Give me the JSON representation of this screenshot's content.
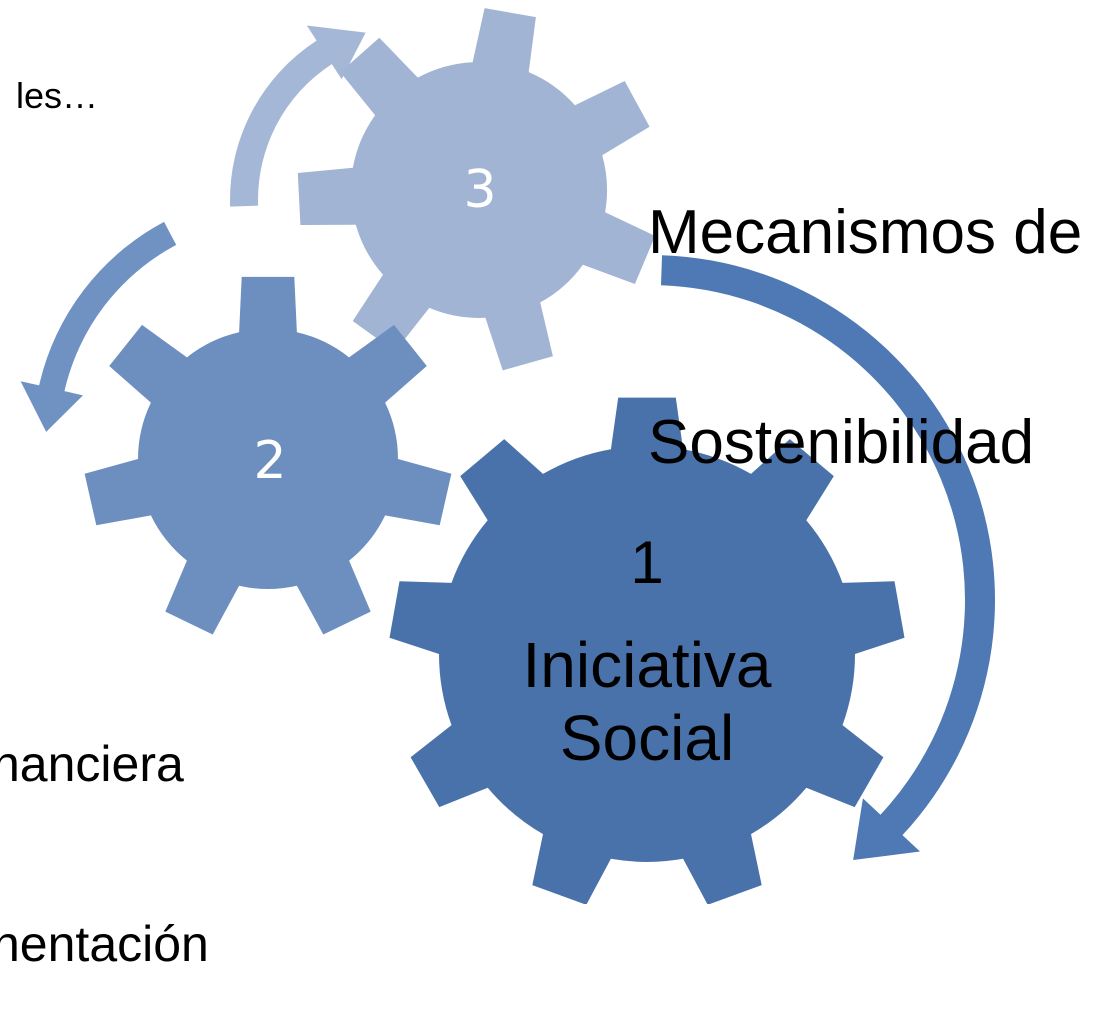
{
  "diagram": {
    "colors": {
      "gear1": "#4A72AA",
      "gear2": "#6D8FBF",
      "gear3": "#A2B4D4",
      "arrow1": "#4E79B4",
      "arrow2": "#7092C2",
      "arrow3": "#A5B7D6",
      "gear_number_light": "#ffffff",
      "gear_number_dark": "#000000"
    },
    "gears": [
      {
        "id": "gear-1",
        "number": "1",
        "title_line1": "Iniciativa",
        "title_line2": "Social"
      },
      {
        "id": "gear-2",
        "number": "2"
      },
      {
        "id": "gear-3",
        "number": "3"
      }
    ],
    "labels": {
      "top_left_partial": "les…",
      "gear3_line1": "Mecanismos de",
      "gear3_line2": "Sostenibilidad",
      "gear2_line1": "nanciera",
      "gear2_line2": "nentación"
    }
  }
}
